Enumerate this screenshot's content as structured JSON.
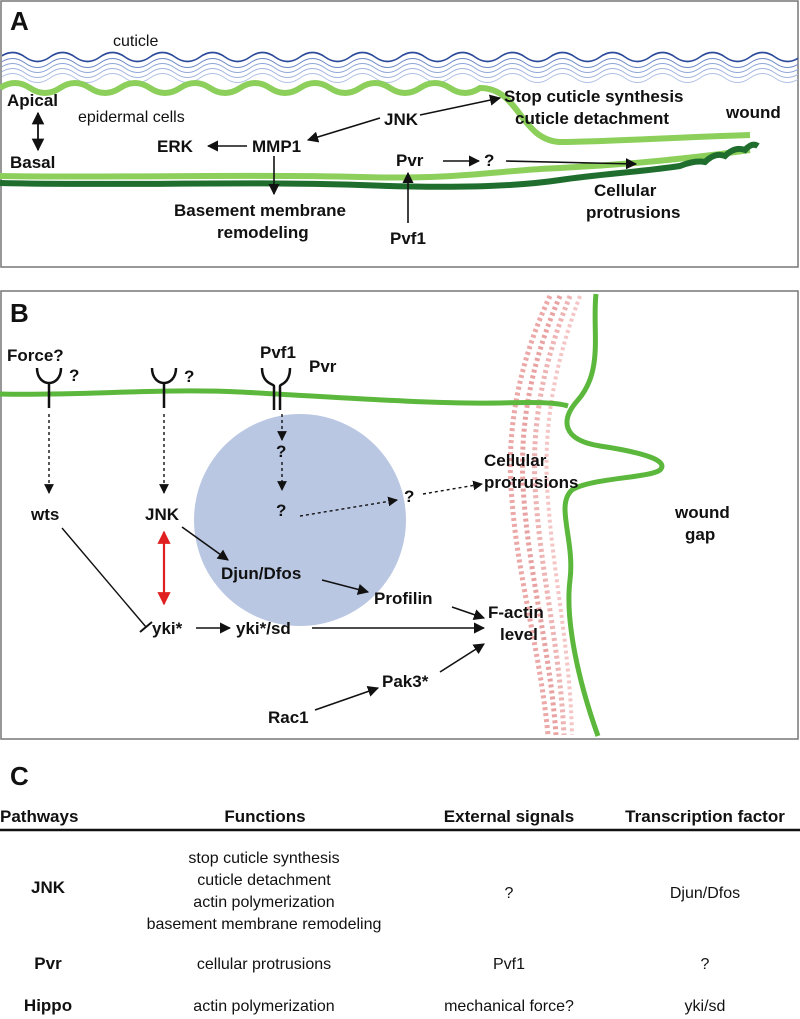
{
  "panel_a": {
    "letter": "A",
    "labels": {
      "cuticle": "cuticle",
      "apical": "Apical",
      "basal": "Basal",
      "epidermal": "epidermal cells",
      "jnk": "JNK",
      "stop_cuticle": "Stop cuticle synthesis",
      "cuticle_detach": "cuticle detachment",
      "wound": "wound",
      "erk": "ERK",
      "mmp1": "MMP1",
      "pvr": "Pvr",
      "question": "?",
      "bm_1": "Basement membrane",
      "bm_2": "remodeling",
      "pvf1": "Pvf1",
      "cp_1": "Cellular",
      "cp_2": "protrusions"
    }
  },
  "panel_b": {
    "letter": "B",
    "labels": {
      "force": "Force?",
      "q1": "?",
      "q2": "?",
      "pvf1": "Pvf1",
      "pvr": "Pvr",
      "q3": "?",
      "q4": "?",
      "q5": "?",
      "wts": "wts",
      "jnk": "JNK",
      "djun": "Djun/Dfos",
      "profilin": "Profilin",
      "yki": "yki*",
      "yki_sd": "yki*/sd",
      "factin_1": "F-actin",
      "factin_2": "level",
      "pak3": "Pak3*",
      "rac1": "Rac1",
      "cp_1": "Cellular",
      "cp_2": "protrusions",
      "gap_1": "wound",
      "gap_2": "gap"
    }
  },
  "panel_c": {
    "letter": "C",
    "headers": [
      "Pathways",
      "Functions",
      "External signals",
      "Transcription factor"
    ],
    "rows": [
      {
        "pathway": "JNK",
        "functions": [
          "stop cuticle synthesis",
          "cuticle detachment",
          "actin polymerization",
          "basement membrane remodeling"
        ],
        "signal": "?",
        "factor": "Djun/Dfos"
      },
      {
        "pathway": "Pvr",
        "functions": [
          "cellular protrusions"
        ],
        "signal": "Pvf1",
        "factor": "?"
      },
      {
        "pathway": "Hippo",
        "functions": [
          "actin polymerization"
        ],
        "signal": "mechanical force?",
        "factor": "yki/sd"
      }
    ]
  },
  "colors": {
    "epidermis_light": "#8ccf5a",
    "epidermis_dark": "#2e9a3e",
    "basement_dark": "#1f6e2e",
    "cuticle_blue": "#2b4a9a",
    "nucleus": "#b9c7e3",
    "actin": "#e58a8a",
    "red_arrow": "#e02020"
  }
}
